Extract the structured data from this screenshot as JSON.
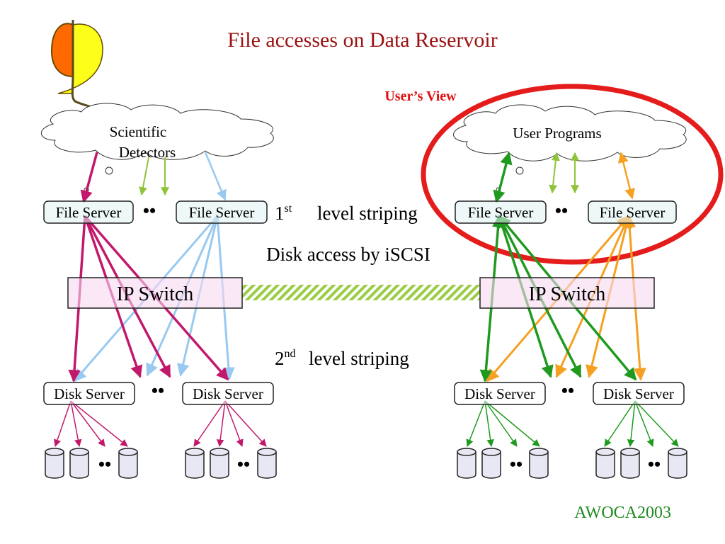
{
  "slide": {
    "title": "File accesses on Data Reservoir",
    "users_view_label": "User’s View",
    "footer": "AWOCA2003",
    "disk_access_label": "Disk access by iSCSI",
    "first_striping": {
      "ordinal": "1",
      "sup": "st",
      "text": "level striping"
    },
    "second_striping": {
      "ordinal": "2",
      "sup": "nd",
      "text": "level striping"
    },
    "ellipsis": "••"
  },
  "left": {
    "cloud_label_line1": "Scientific",
    "cloud_label_line2": "Detectors",
    "file_server_1": "File Server",
    "file_server_2": "File Server",
    "ip_switch": "IP Switch",
    "disk_server_1": "Disk Server",
    "disk_server_2": "Disk Server"
  },
  "right": {
    "cloud_label": "User Programs",
    "file_server_1": "File Server",
    "file_server_2": "File Server",
    "ip_switch": "IP Switch",
    "disk_server_1": "Disk Server",
    "disk_server_2": "Disk Server"
  },
  "colors": {
    "title": "#9b1111",
    "users_view": "#e01010",
    "footer": "#1f8a1f",
    "magenta": "#c2186b",
    "light_blue": "#99c9f0",
    "light_green": "#8fc43a",
    "green": "#1f9a1f",
    "orange": "#f5a020",
    "ellipse": "#e51c1c",
    "server_fill": "#e2f2f2",
    "switch_fill": "#f8d8f2"
  }
}
